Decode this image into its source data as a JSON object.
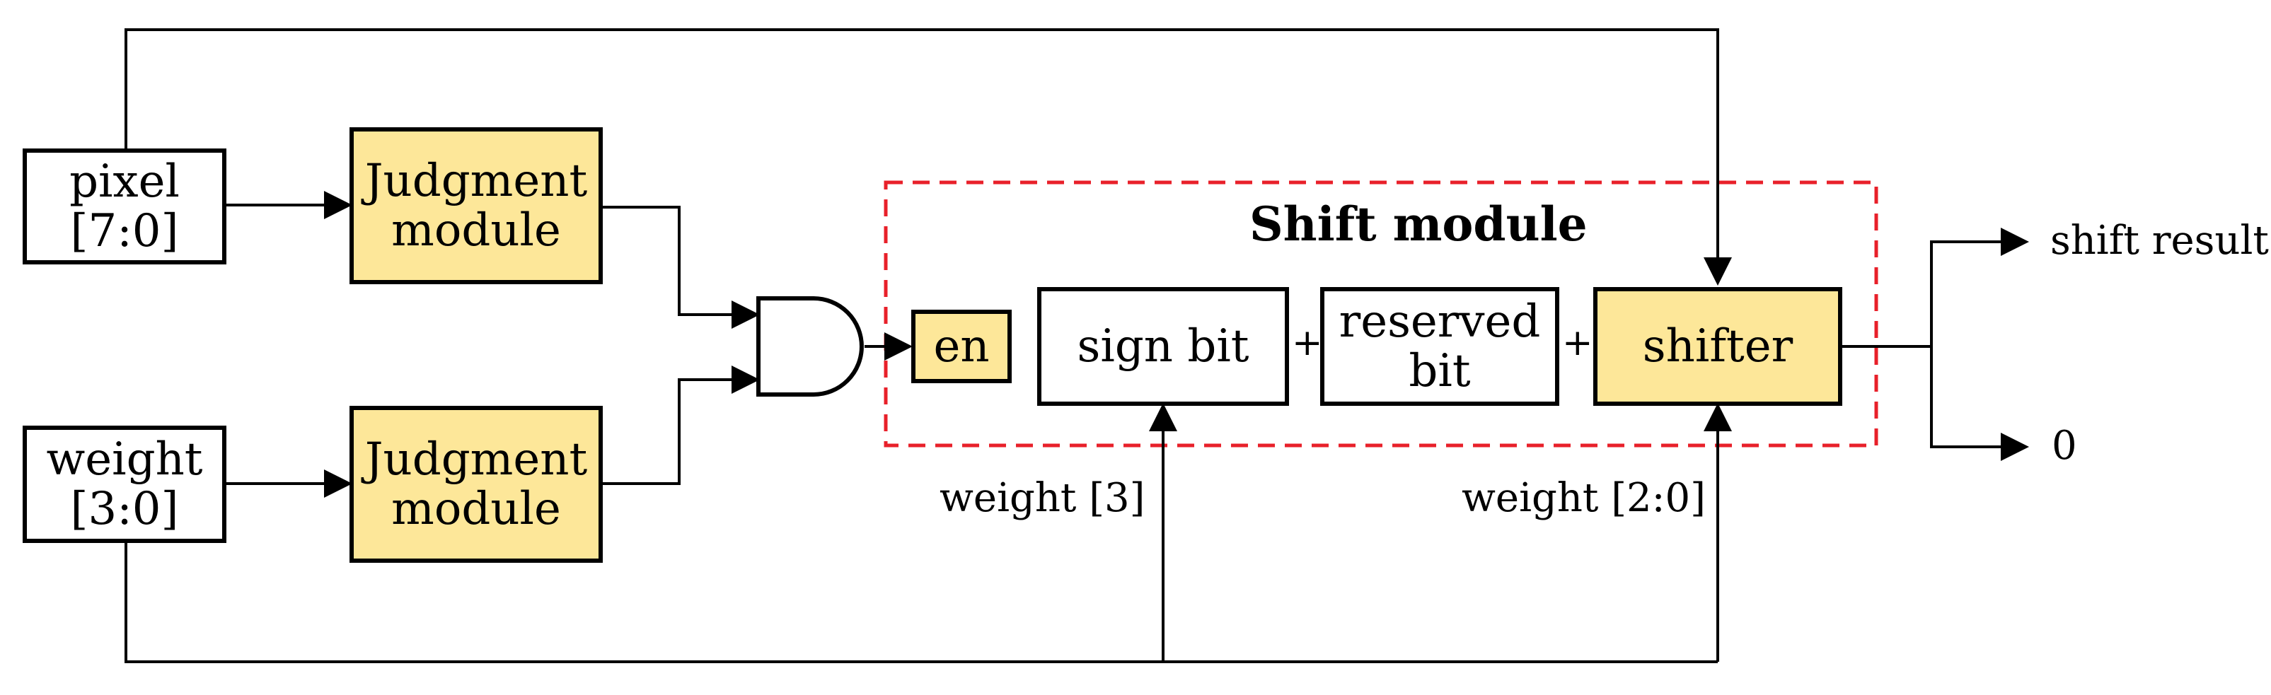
{
  "inputs": {
    "pixel": "pixel\n[7:0]",
    "weight": "weight\n[3:0]"
  },
  "modules": {
    "judgment_top": "Judgment\nmodule",
    "judgment_bottom": "Judgment\nmodule",
    "en": "en",
    "sign_bit": "sign bit",
    "reserved_bit": "reserved\nbit",
    "shifter": "shifter"
  },
  "shift_module": {
    "title": "Shift module",
    "border_color": "#e8202a",
    "fill_color": "#fde799"
  },
  "operators": {
    "plus_1": "+",
    "plus_2": "+"
  },
  "signals": {
    "weight_3": "weight [3]",
    "weight_2_0": "weight [2:0]"
  },
  "outputs": {
    "shift_result": "shift result",
    "zero": "0"
  }
}
